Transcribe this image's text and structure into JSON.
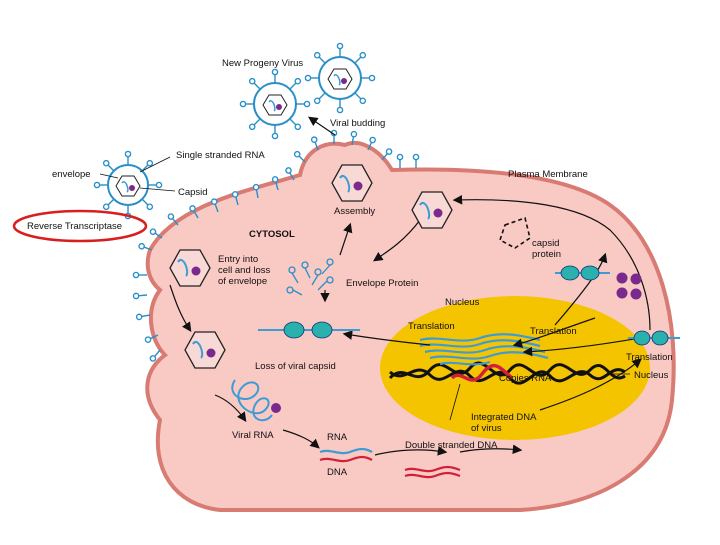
{
  "labels": {
    "new_progeny_virus": "New Progeny Virus",
    "viral_budding": "Viral budding",
    "envelope": "envelope",
    "single_stranded_rna": "Single stranded RNA",
    "capsid": "Capsid",
    "reverse_transcriptase": "Reverse Transcriptase",
    "plasma_membrane": "Plasma Membrane",
    "cytosol": "CYTOSOL",
    "assembly": "Assembly",
    "capsid_protein_1": "capsid",
    "capsid_protein_2": "protein",
    "entry_1": "Entry into",
    "entry_2": "cell and loss",
    "entry_3": "of envelope",
    "envelope_protein": "Envelope Protein",
    "nucleus_top": "Nucleus",
    "translation_left": "Translation",
    "translation_center": "Translation",
    "translation_right": "Translation",
    "nucleus_right": "Nucleus",
    "loss_of_viral_capsid": "Loss of viral capsid",
    "copies_rna": "Copies RNA",
    "integrated_dna_1": "Integrated DNA",
    "integrated_dna_2": "of virus",
    "viral_rna": "Viral RNA",
    "rna": "RNA",
    "dna": "DNA",
    "double_stranded_dna": "Double stranded DNA"
  },
  "colors": {
    "cell_fill": "#f9c9c4",
    "cell_stroke": "#d87b73",
    "nucleus_fill": "#f4c400",
    "rna_blue": "#3d9bd6",
    "dna_red": "#d2203a",
    "ribosome_teal": "#2ab0ad",
    "purple": "#7a2a8c",
    "highlight_red": "#d81e1e"
  }
}
